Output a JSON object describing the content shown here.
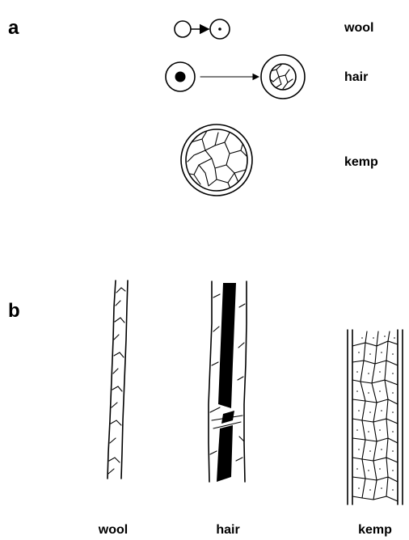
{
  "panels": {
    "a": {
      "label": "a",
      "rows": [
        {
          "name": "wool",
          "label": "wool"
        },
        {
          "name": "hair",
          "label": "hair"
        },
        {
          "name": "kemp",
          "label": "kemp"
        }
      ]
    },
    "b": {
      "label": "b",
      "columns": [
        {
          "name": "wool",
          "label": "wool"
        },
        {
          "name": "hair",
          "label": "hair"
        },
        {
          "name": "kemp",
          "label": "kemp"
        }
      ]
    }
  },
  "colors": {
    "ink": "#000000",
    "background": "#ffffff"
  }
}
